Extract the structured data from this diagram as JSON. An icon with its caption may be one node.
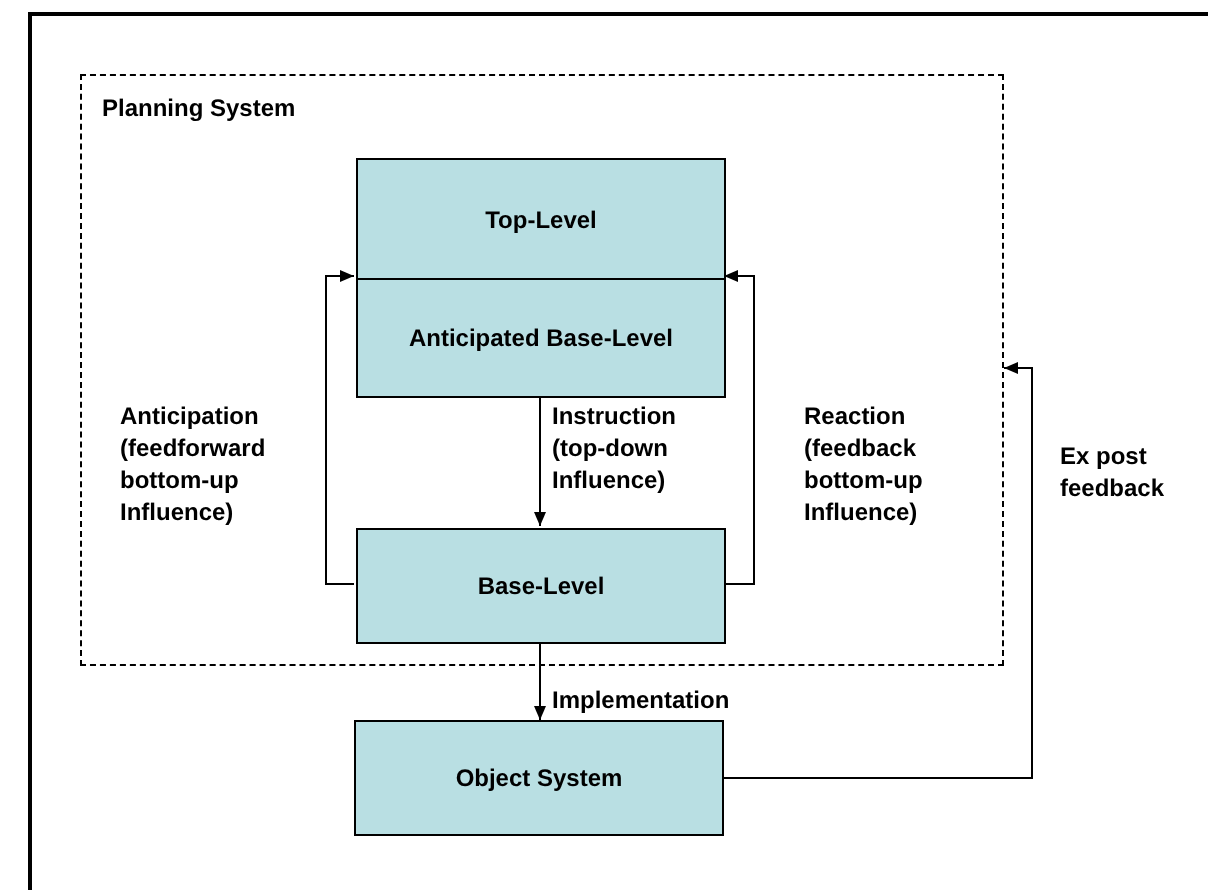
{
  "diagram": {
    "nodes": [
      {
        "text": [
          "Planning System"
        ]
      },
      {
        "text": [
          "Top-Level"
        ],
        "in": 0
      },
      {
        "text": [
          "Anticipated Base-Level"
        ],
        "in": 0
      },
      {
        "text": [
          "Base-Level"
        ],
        "in": 0
      },
      {
        "text": [
          "Object System"
        ]
      }
    ],
    "edges": [
      {
        "from": 3,
        "to": 2,
        "arrow": "to",
        "label": "Anticipation (feedforward bottom-up Influence)"
      },
      {
        "from": 2,
        "to": 3,
        "arrow": "to",
        "label": "Instruction (top-down Influence)"
      },
      {
        "from": 3,
        "to": 2,
        "arrow": "to",
        "label": "Reaction (feedback bottom-up Influence)"
      },
      {
        "from": 3,
        "to": 4,
        "arrow": "to",
        "label": "Implementation"
      },
      {
        "from": 4,
        "to": 0,
        "arrow": "to",
        "label": "Ex post feedback"
      }
    ]
  }
}
